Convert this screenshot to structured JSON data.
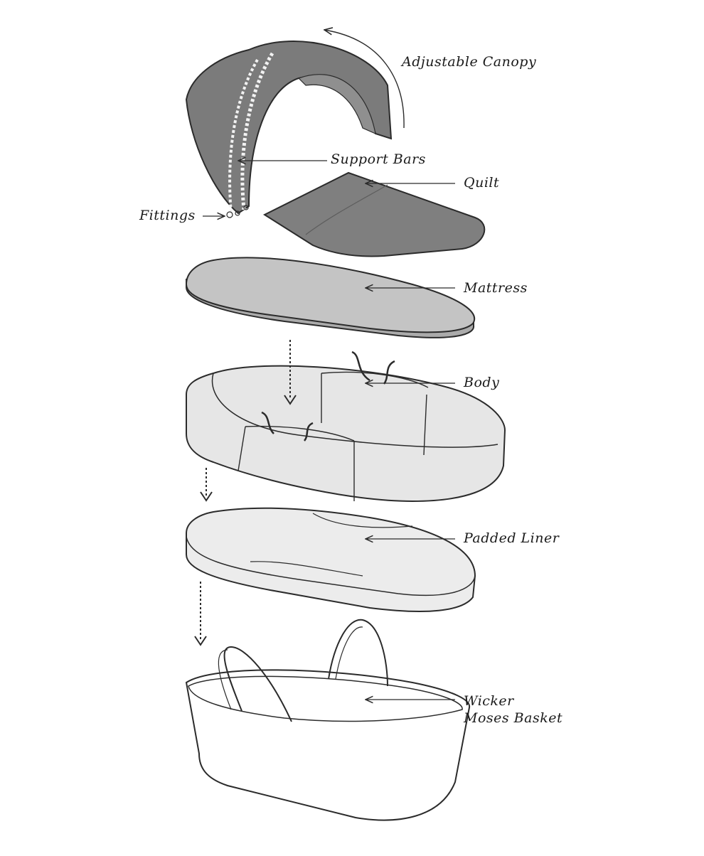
{
  "labels": {
    "adjustable_canopy": "Adjustable Canopy",
    "support_bars": "Support Bars",
    "quilt": "Quilt",
    "fittings": "Fittings",
    "mattress": "Mattress",
    "body": "Body",
    "padded_liner": "Padded Liner",
    "wicker_line1": "Wicker",
    "wicker_line2": "Moses Basket"
  },
  "colors": {
    "canopy": "#7b7b7b",
    "canopy_inner": "#8f8f8f",
    "quilt": "#7f7f7f",
    "mattress": "#c4c4c4",
    "mattress_edge": "#ababab",
    "body": "#e6e6e6",
    "liner": "#ececec",
    "basket": "#ffffff",
    "outline": "#2b2b2b"
  },
  "icons": [
    "curved-arrow-icon",
    "leader-arrow-icon",
    "dotted-down-arrow-icon"
  ]
}
